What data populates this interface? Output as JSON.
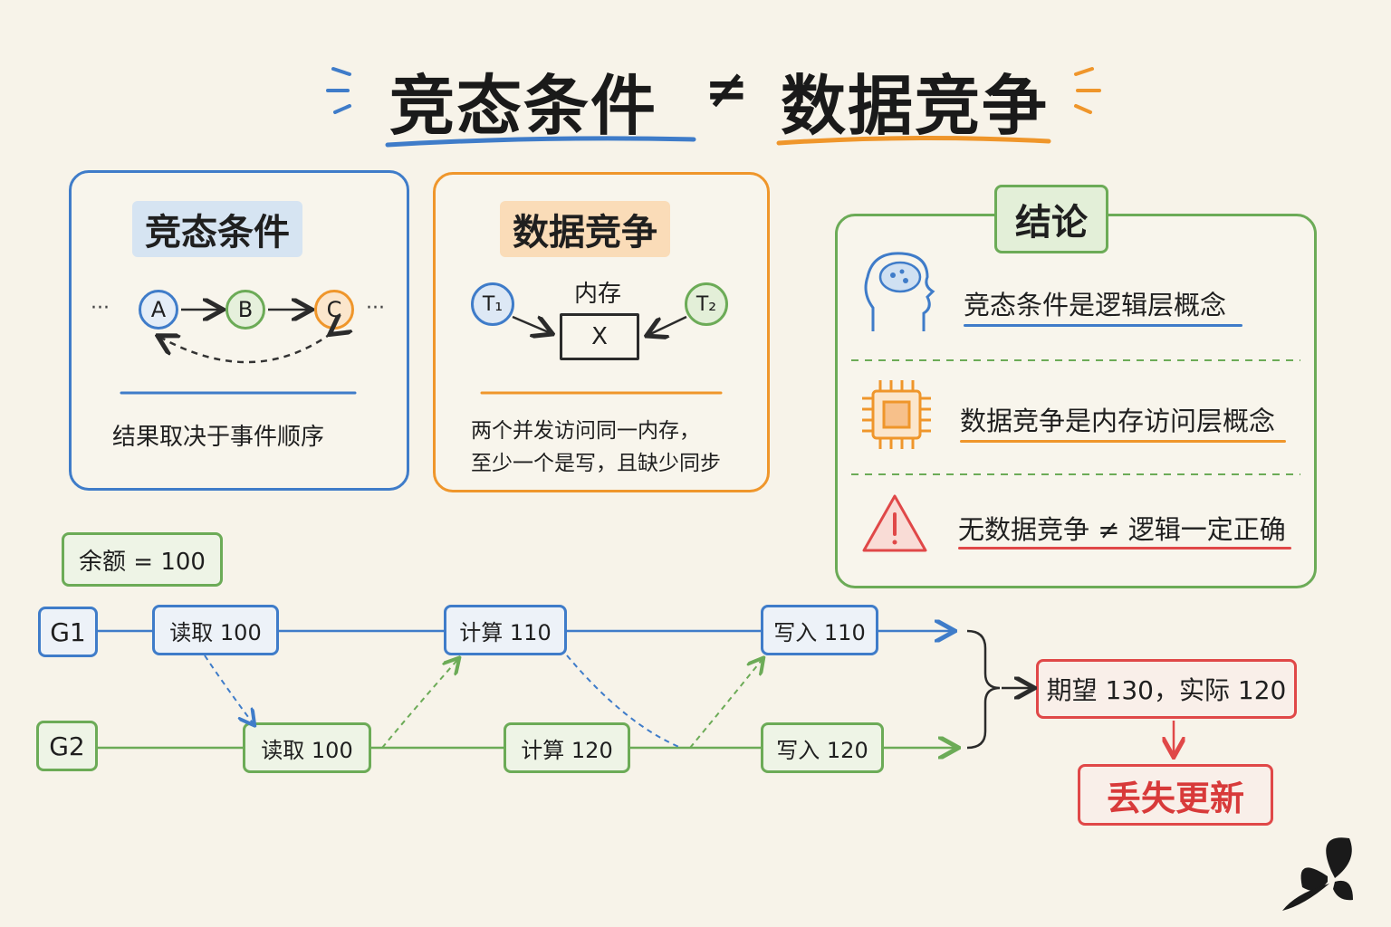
{
  "title": {
    "left": "竞态条件",
    "neq": "≠",
    "right": "数据竞争"
  },
  "race_condition": {
    "heading": "竞态条件",
    "nodes": [
      "A",
      "B",
      "C"
    ],
    "ellipsis": "···",
    "caption": "结果取决于事件顺序"
  },
  "data_race": {
    "heading": "数据竞争",
    "thread1": "T₁",
    "thread2": "T₂",
    "memory_label": "内存",
    "memory_cell": "X",
    "caption_line1": "两个并发访问同一内存，",
    "caption_line2": "至少一个是写，且缺少同步"
  },
  "conclusion": {
    "heading": "结论",
    "items": [
      {
        "icon": "brain-icon",
        "text": "竞态条件是逻辑层概念",
        "color": "#3f7cc9"
      },
      {
        "icon": "chip-icon",
        "text": "数据竞争是内存访问层概念",
        "color": "#ef962b"
      },
      {
        "icon": "warning-icon",
        "text": "无数据竞争 ≠ 逻辑一定正确",
        "color": "#e04848"
      }
    ]
  },
  "timeline": {
    "balance": "余额 = 100",
    "g1": {
      "label": "G1",
      "steps": [
        "读取 100",
        "计算 110",
        "写入 110"
      ]
    },
    "g2": {
      "label": "G2",
      "steps": [
        "读取 100",
        "计算 120",
        "写入 120"
      ]
    },
    "result": "期望 130，实际 120",
    "outcome": "丢失更新"
  },
  "colors": {
    "blue": "#3f7cc9",
    "orange": "#ef962b",
    "green": "#6cab57",
    "red": "#e04848",
    "background": "#f7f3e9"
  }
}
